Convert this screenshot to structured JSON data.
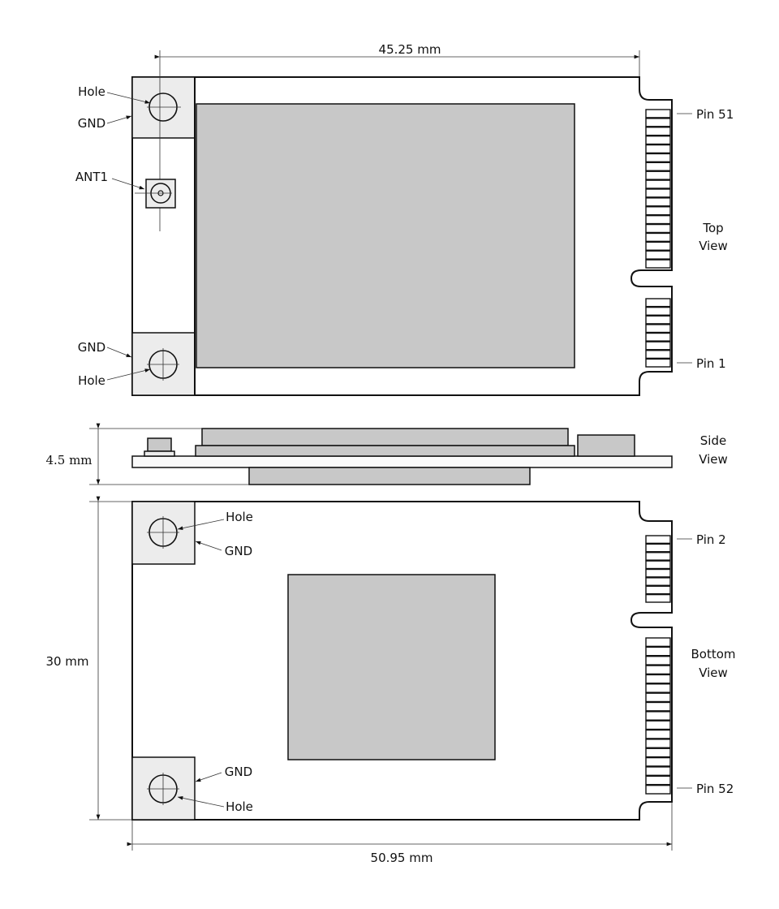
{
  "title_dims": {
    "width_top": "45.25 mm",
    "thickness": "4.5 mm",
    "height": "30 mm",
    "width_total": "50.95 mm"
  },
  "top_view": {
    "label_line1": "Top",
    "label_line2": "View",
    "callouts": {
      "hole_top": "Hole",
      "gnd_top": "GND",
      "ant": "ANT1",
      "gnd_bottom": "GND",
      "hole_bottom": "Hole"
    },
    "pin_first": "Pin 51",
    "pin_last": "Pin 1"
  },
  "side_view": {
    "label_line1": "Side",
    "label_line2": "View"
  },
  "bottom_view": {
    "label_line1": "Bottom",
    "label_line2": "View",
    "callouts": {
      "hole_top": "Hole",
      "gnd_top": "GND",
      "gnd_bottom": "GND",
      "hole_bottom": "Hole"
    },
    "pin_first": "Pin 2",
    "pin_last": "Pin 52"
  },
  "colors": {
    "component": "#c8c8c8",
    "pad": "#ececec",
    "line": "#111111"
  }
}
